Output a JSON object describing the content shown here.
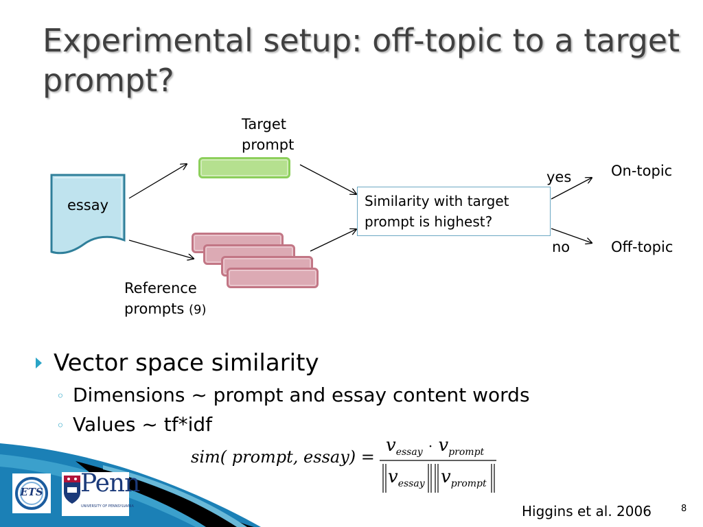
{
  "slide": {
    "title": "Experimental setup: off-topic to a target prompt?",
    "page_number": "8",
    "citation": "Higgins et al. 2006"
  },
  "diagram": {
    "essay_label": "essay",
    "target_prompt_label": "Target prompt",
    "reference_prompts_label": "Reference prompts",
    "reference_count": "(9)",
    "decision_text": "Similarity with target prompt is highest?",
    "yes_label": "yes",
    "no_label": "no",
    "on_topic_label": "On-topic",
    "off_topic_label": "Off-topic"
  },
  "bullets": {
    "main": "Vector space similarity",
    "sub": [
      "Dimensions ~ prompt and essay content words",
      "Values ~ tf*idf"
    ]
  },
  "formula": {
    "lhs": "sim( prompt, essay) =",
    "v": "v",
    "essay_sub": "essay",
    "prompt_sub": "prompt",
    "dot": "·"
  },
  "logos": {
    "ets": "ETS",
    "penn": "Penn",
    "penn_sub": "UNIVERSITY OF PENNSYLVANIA"
  },
  "colors": {
    "title": "#404040",
    "accent": "#2aa4c6",
    "target_prompt": "#b5e08f",
    "reference_prompt": "#dcaab4",
    "essay_fill": "#bfe3ee",
    "penn_blue": "#1b3a7a",
    "penn_red": "#b0133a"
  }
}
